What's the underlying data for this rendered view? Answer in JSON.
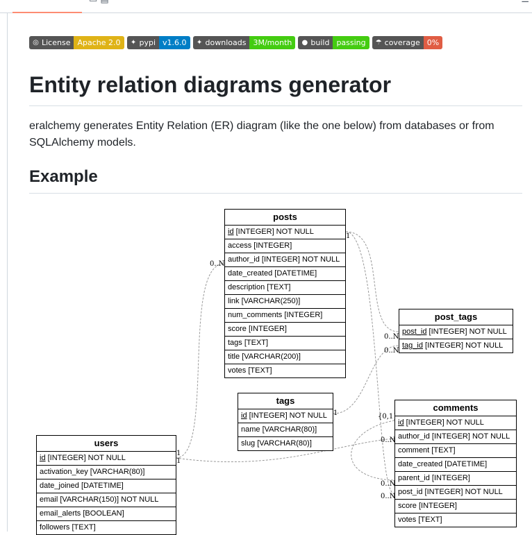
{
  "badges": [
    {
      "label": "License",
      "value": "Apache 2.0",
      "color": "#dfb317",
      "icon": "license-icon"
    },
    {
      "label": "pypi",
      "value": "v1.6.0",
      "color": "#007ec6",
      "icon": "python-icon"
    },
    {
      "label": "downloads",
      "value": "3M/month",
      "color": "#4c1",
      "icon": "python-icon"
    },
    {
      "label": "build",
      "value": "passing",
      "color": "#4c1",
      "icon": "github-icon"
    },
    {
      "label": "coverage",
      "value": "0%",
      "color": "#e05d44",
      "icon": "coverage-icon"
    }
  ],
  "title": "Entity relation diagrams generator",
  "description": "eralchemy generates Entity Relation (ER) diagram (like the one below) from databases or from SQLAlchemy models.",
  "example_heading": "Example",
  "diagram": {
    "tables": {
      "posts": {
        "name": "posts",
        "columns": [
          {
            "key": "id",
            "type": " [INTEGER] NOT NULL",
            "pk": true
          },
          {
            "key": "access",
            "type": " [INTEGER]",
            "pk": false
          },
          {
            "key": "author_id",
            "type": " [INTEGER] NOT NULL",
            "pk": false
          },
          {
            "key": "date_created",
            "type": " [DATETIME]",
            "pk": false
          },
          {
            "key": "description",
            "type": " [TEXT]",
            "pk": false
          },
          {
            "key": "link",
            "type": " [VARCHAR(250)]",
            "pk": false
          },
          {
            "key": "num_comments",
            "type": " [INTEGER]",
            "pk": false
          },
          {
            "key": "score",
            "type": " [INTEGER]",
            "pk": false
          },
          {
            "key": "tags",
            "type": " [TEXT]",
            "pk": false
          },
          {
            "key": "title",
            "type": " [VARCHAR(200)]",
            "pk": false
          },
          {
            "key": "votes",
            "type": " [TEXT]",
            "pk": false
          }
        ]
      },
      "post_tags": {
        "name": "post_tags",
        "columns": [
          {
            "key": "post_id",
            "type": " [INTEGER] NOT NULL",
            "pk": true
          },
          {
            "key": "tag_id",
            "type": " [INTEGER] NOT NULL",
            "pk": true
          }
        ]
      },
      "tags": {
        "name": "tags",
        "columns": [
          {
            "key": "id",
            "type": " [INTEGER] NOT NULL",
            "pk": true
          },
          {
            "key": "name",
            "type": " [VARCHAR(80)]",
            "pk": false
          },
          {
            "key": "slug",
            "type": " [VARCHAR(80)]",
            "pk": false
          }
        ]
      },
      "comments": {
        "name": "comments",
        "columns": [
          {
            "key": "id",
            "type": " [INTEGER] NOT NULL",
            "pk": true
          },
          {
            "key": "author_id",
            "type": " [INTEGER] NOT NULL",
            "pk": false
          },
          {
            "key": "comment",
            "type": " [TEXT]",
            "pk": false
          },
          {
            "key": "date_created",
            "type": " [DATETIME]",
            "pk": false
          },
          {
            "key": "parent_id",
            "type": " [INTEGER]",
            "pk": false
          },
          {
            "key": "post_id",
            "type": " [INTEGER] NOT NULL",
            "pk": false
          },
          {
            "key": "score",
            "type": " [INTEGER]",
            "pk": false
          },
          {
            "key": "votes",
            "type": " [TEXT]",
            "pk": false
          }
        ]
      },
      "users": {
        "name": "users",
        "columns": [
          {
            "key": "id",
            "type": " [INTEGER] NOT NULL",
            "pk": true
          },
          {
            "key": "activation_key",
            "type": " [VARCHAR(80)]",
            "pk": false
          },
          {
            "key": "date_joined",
            "type": " [DATETIME]",
            "pk": false
          },
          {
            "key": "email",
            "type": " [VARCHAR(150)] NOT NULL",
            "pk": false
          },
          {
            "key": "email_alerts",
            "type": " [BOOLEAN]",
            "pk": false
          },
          {
            "key": "followers",
            "type": " [TEXT]",
            "pk": false
          }
        ]
      }
    },
    "cardinalities": {
      "posts_to_post_tags_one": "1",
      "posts_to_comments_one": "1",
      "post_tags_post_many": "0..N",
      "post_tags_tag_many": "0..N",
      "tags_one": "1",
      "users_posts_many": "0..N",
      "users_one_a": "1",
      "users_one_b": "1",
      "comments_parent_zero_one": "{0,1}",
      "comments_author_many": "0..N",
      "comments_parent_many": "0..N",
      "comments_post_many": "0..N"
    }
  }
}
